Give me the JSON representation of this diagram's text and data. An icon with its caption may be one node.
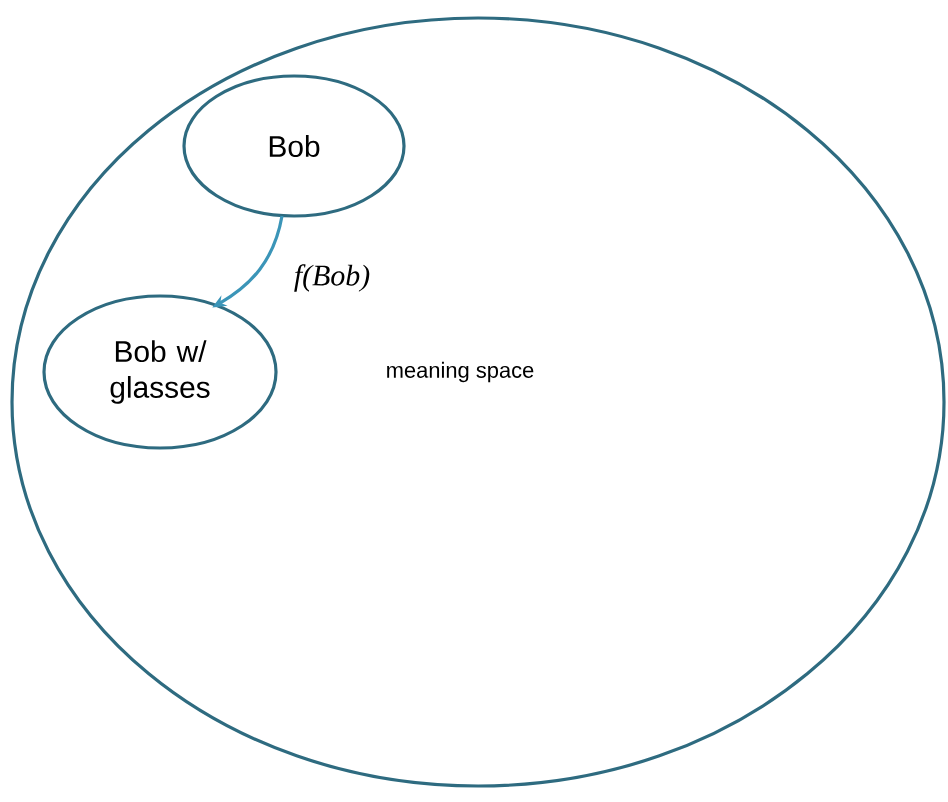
{
  "diagram": {
    "nodes": [
      {
        "text": [
          "meaning space"
        ]
      },
      {
        "text": [
          "Bob"
        ],
        "in": 0
      },
      {
        "text": [
          "Bob w/ glasses"
        ],
        "in": 0
      }
    ],
    "edges": [
      {
        "from": 1,
        "to": 2,
        "arrow": "to",
        "label": "f(Bob)",
        "color": "#3b95b8"
      }
    ]
  }
}
